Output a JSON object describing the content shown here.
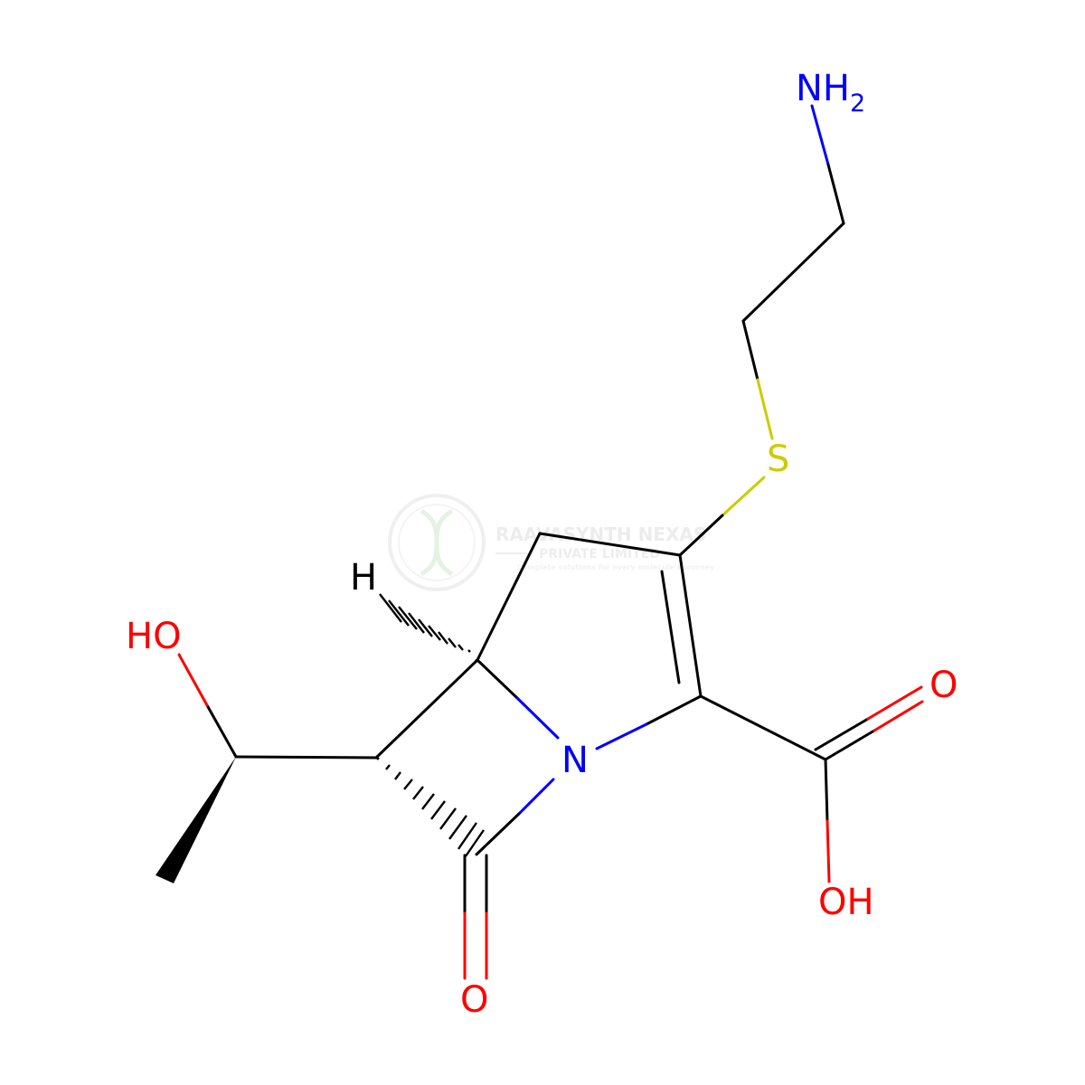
{
  "colors": {
    "bond": "#000000",
    "nitrogen": "#0000ff",
    "oxygen": "#ff0000",
    "sulfur": "#cccc00",
    "hydrogen": "#000000",
    "watermark": "#dddddd",
    "watermark_green": "#cfe8cf"
  },
  "atoms": {
    "nh2": {
      "main": "NH",
      "sub": "2"
    },
    "s": "S",
    "n": "N",
    "h": "H",
    "ho": "HO",
    "oh_acid": "OH",
    "o_acid": "O",
    "o_lactam": "O"
  },
  "watermark": {
    "company": "RAAVASYNTH NEXAS",
    "subtitle": "PRIVATE LIMITED",
    "tagline": "Complete solutions for every molecule's journey"
  }
}
